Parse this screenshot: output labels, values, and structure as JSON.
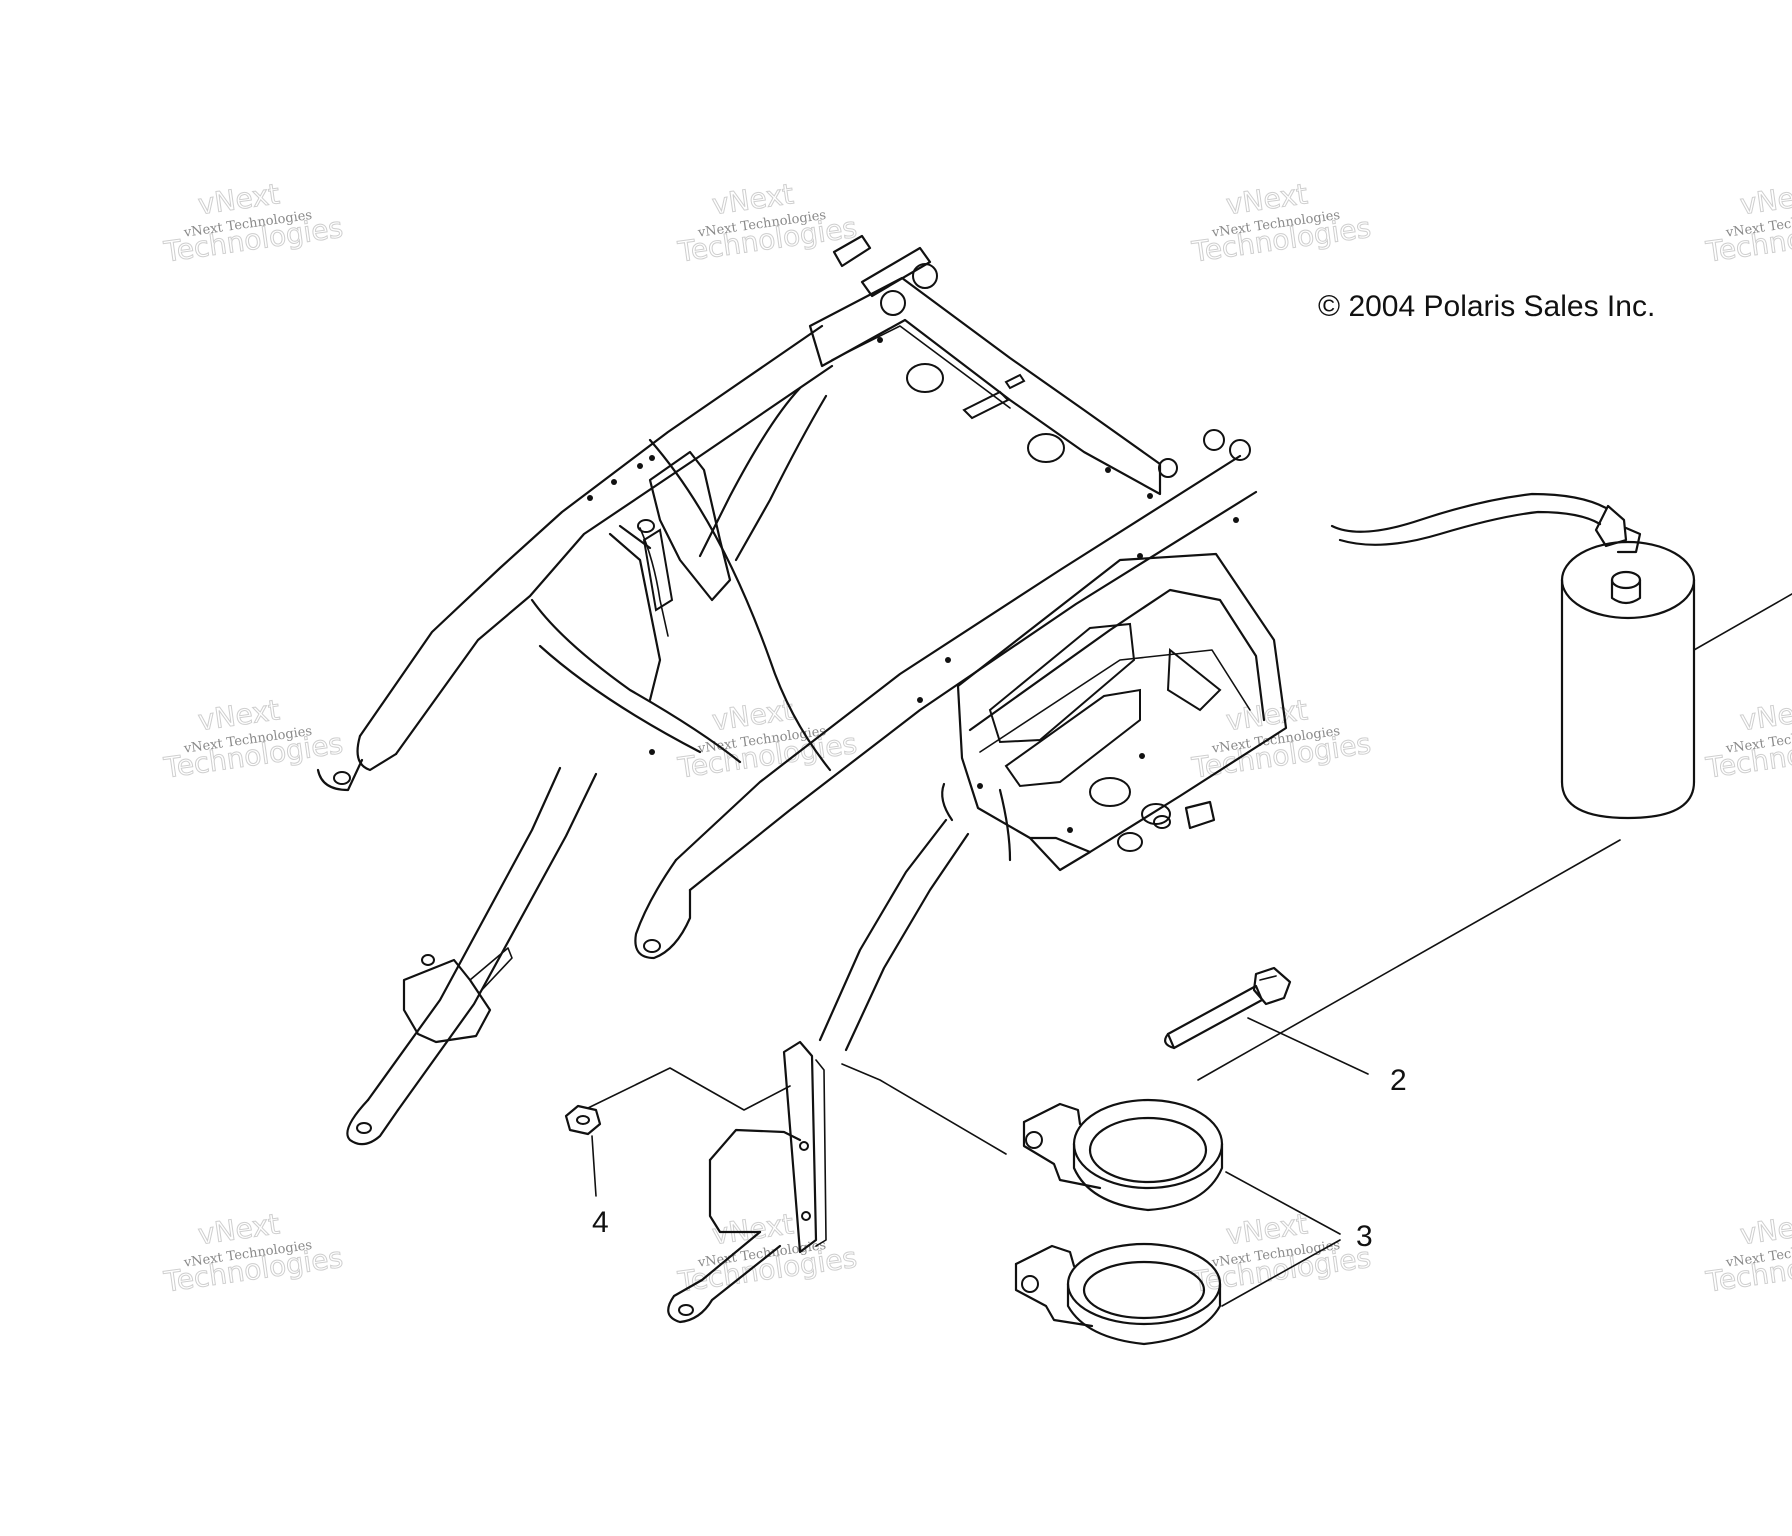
{
  "copyright": "© 2004 Polaris Sales Inc.",
  "callouts": [
    {
      "id": "2",
      "label": "2"
    },
    {
      "id": "3",
      "label": "3"
    },
    {
      "id": "4",
      "label": "4"
    }
  ],
  "watermark": {
    "line1": "vNext",
    "line2": "vNext Technologies",
    "line3": "Technologies"
  },
  "parts": [
    {
      "name": "frame",
      "icon": "frame-drawing"
    },
    {
      "name": "canister",
      "icon": "cylinder-drawing"
    },
    {
      "name": "bolt",
      "callout": "2"
    },
    {
      "name": "clamp",
      "callout": "3"
    },
    {
      "name": "nut",
      "callout": "4"
    },
    {
      "name": "bracket"
    }
  ]
}
